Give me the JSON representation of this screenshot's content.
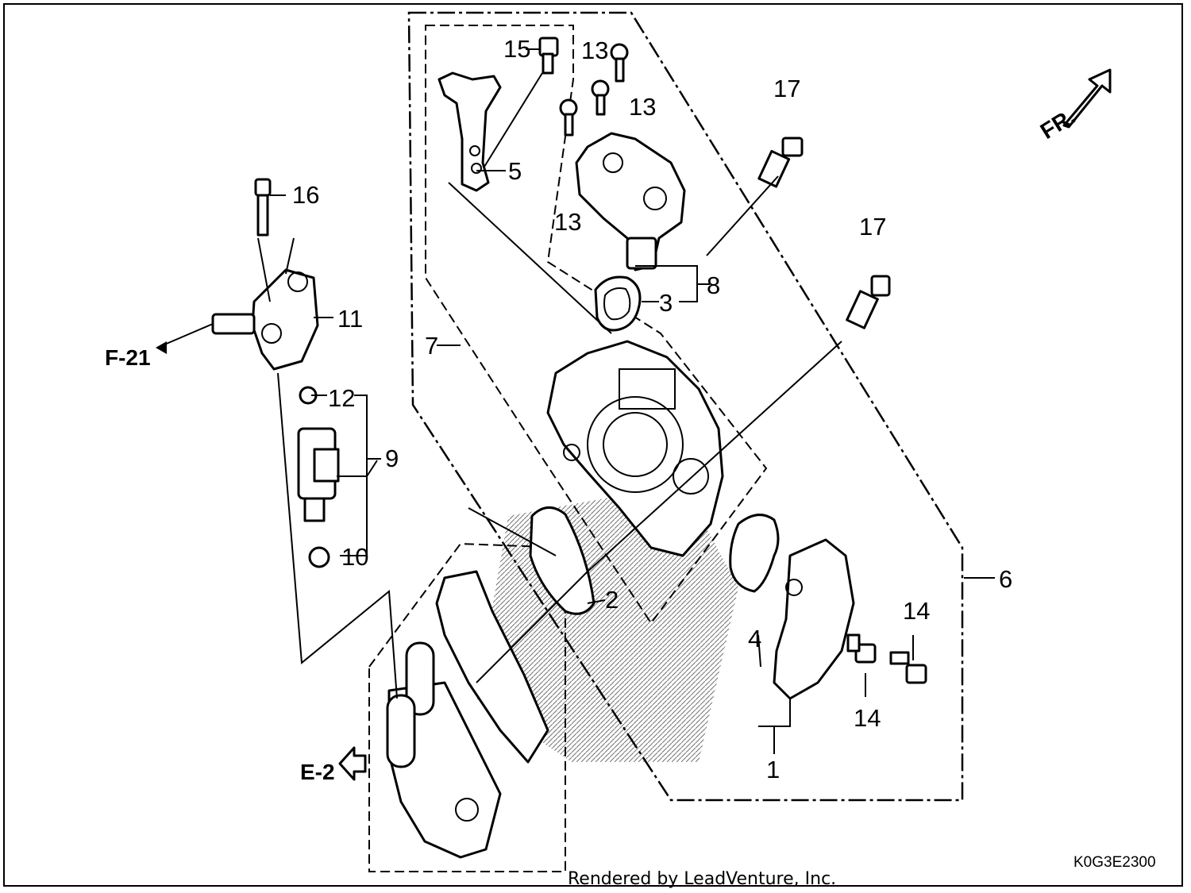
{
  "callouts": {
    "c1": "1",
    "c2": "2",
    "c3": "3",
    "c4": "4",
    "c5": "5",
    "c6": "6",
    "c7": "7",
    "c8": "8",
    "c9": "9",
    "c10": "10",
    "c11": "11",
    "c12": "12",
    "c13a": "13",
    "c13b": "13",
    "c13c": "13",
    "c14a": "14",
    "c14b": "14",
    "c15": "15",
    "c16": "16",
    "c17a": "17",
    "c17b": "17"
  },
  "references": {
    "f21": "F-21",
    "e2": "E-2",
    "front": "FR."
  },
  "diagram_code": "K0G3E2300",
  "credit": "Rendered by LeadVenture, Inc."
}
